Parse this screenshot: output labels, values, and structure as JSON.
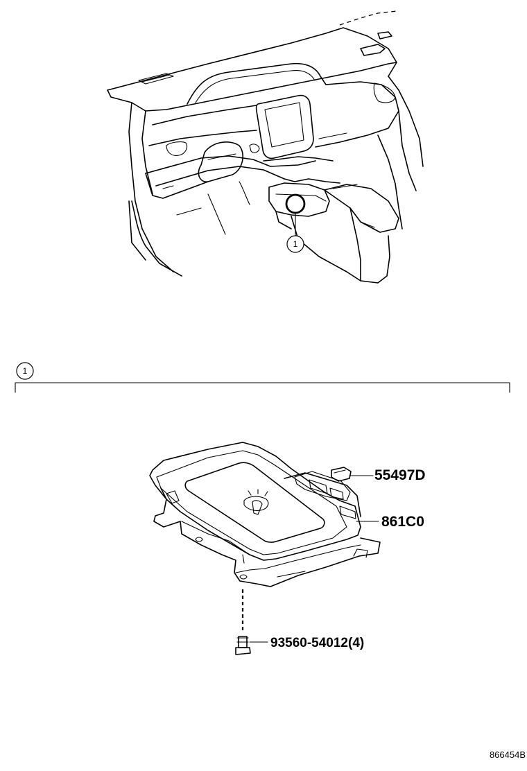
{
  "callouts": {
    "overview_marker": "1",
    "section_marker": "1"
  },
  "parts": {
    "bracket_part": "55497D",
    "charger_part": "861C0",
    "screw_part": "93560-54012(4)"
  },
  "diagram_id": "866454B"
}
